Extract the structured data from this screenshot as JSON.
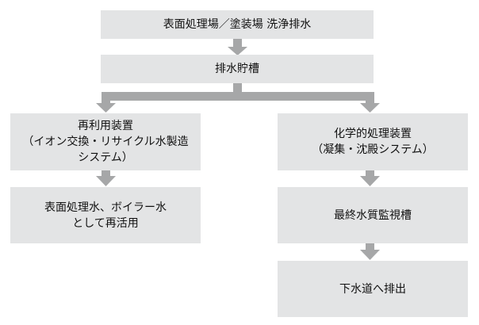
{
  "nodes": {
    "source": {
      "lines": [
        "表面処理場／塗装場 洗浄排水"
      ]
    },
    "storage_tank": {
      "lines": [
        "排水貯槽"
      ]
    },
    "reuse_system": {
      "lines": [
        "再利用装置",
        "（イオン交換・リサイクル水製造",
        "システム）"
      ]
    },
    "reuse_output": {
      "lines": [
        "表面処理水、ボイラー水",
        "として再活用"
      ]
    },
    "chemical_treatment": {
      "lines": [
        "化学的処理装置",
        "（凝集・沈殿システム）"
      ]
    },
    "final_monitoring_tank": {
      "lines": [
        "最終水質監視槽"
      ]
    },
    "sewer_discharge": {
      "lines": [
        "下水道へ排出"
      ]
    }
  },
  "colors": {
    "box_fill": "#e3e4e5",
    "arrow": "#a6a7a8"
  }
}
